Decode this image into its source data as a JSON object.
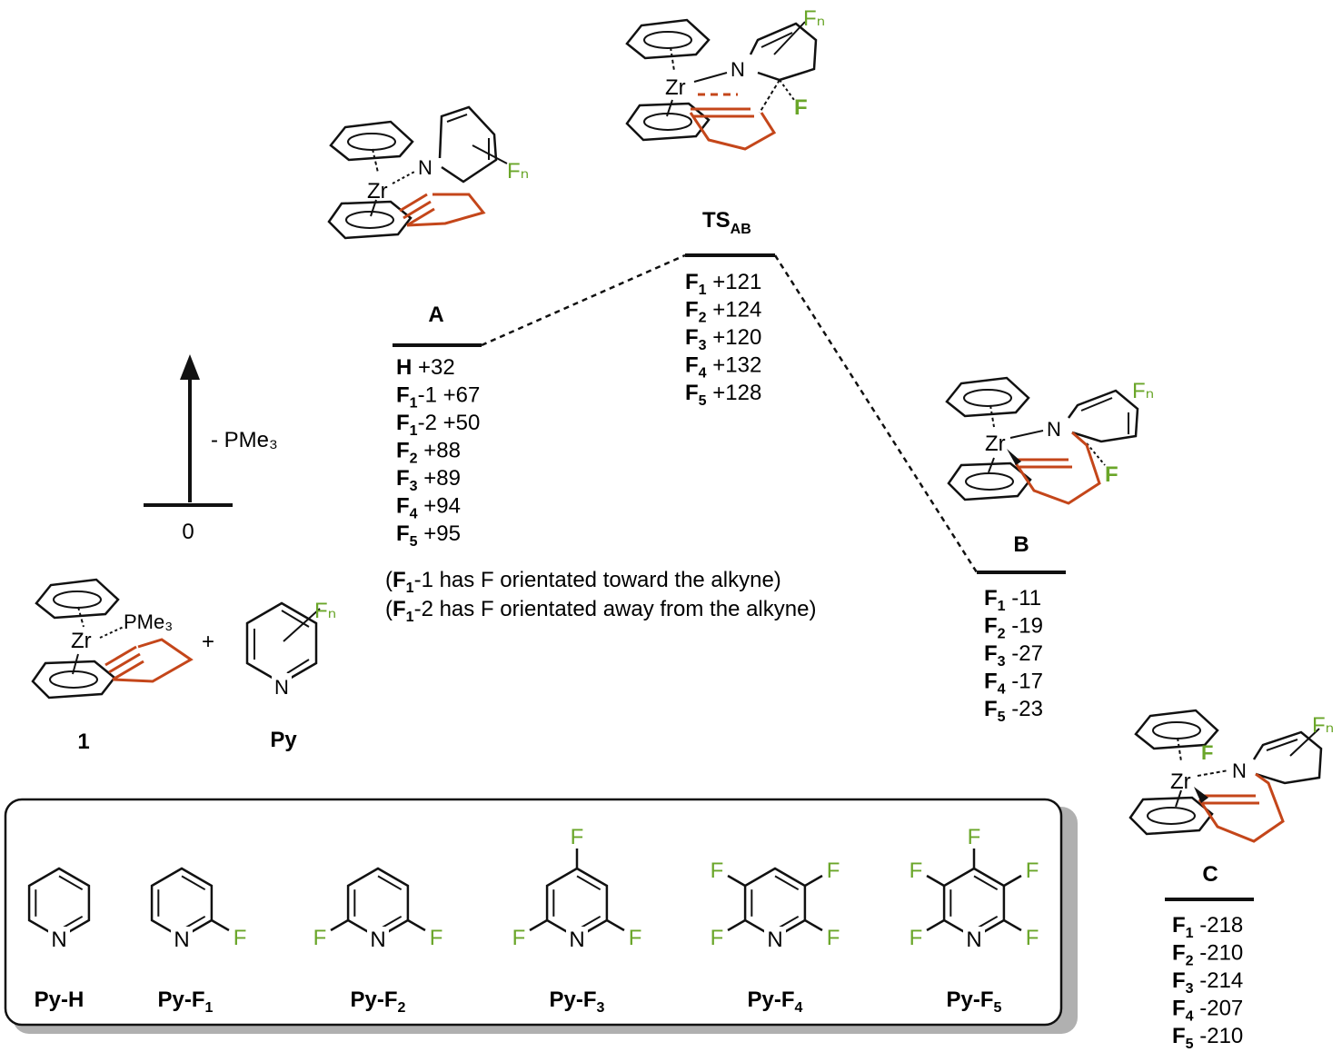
{
  "colors": {
    "fluorine": "#6aa629",
    "fragment": "#c4461a",
    "line": "#111111",
    "panel_shadow": "#b0b0b0"
  },
  "reference": {
    "label": "0",
    "arrow_label": "- PMe₃"
  },
  "reactants": {
    "complex_label": "1",
    "complex_ligand": "PMe₃",
    "metal": "Zr",
    "plus": "+",
    "pyridine_label": "Py",
    "pyridine_n": "N",
    "substituent": "Fₙ"
  },
  "states": {
    "A": {
      "label": "A",
      "values": [
        {
          "sym": "H",
          "sub": "",
          "suffix": " +32"
        },
        {
          "sym": "F",
          "sub": "1",
          "suffix": "-1 +67"
        },
        {
          "sym": "F",
          "sub": "1",
          "suffix": "-2 +50"
        },
        {
          "sym": "F",
          "sub": "2",
          "suffix": " +88"
        },
        {
          "sym": "F",
          "sub": "3",
          "suffix": " +89"
        },
        {
          "sym": "F",
          "sub": "4",
          "suffix": " +94"
        },
        {
          "sym": "F",
          "sub": "5",
          "suffix": " +95"
        }
      ],
      "notes": [
        {
          "open": "(",
          "sym": "F",
          "sub": "1",
          "rest": "-1 has F orientated toward the alkyne)"
        },
        {
          "open": "(",
          "sym": "F",
          "sub": "1",
          "rest": "-2 has F orientated away from the alkyne)"
        }
      ]
    },
    "TS": {
      "label": "TS",
      "label_sub": "AB",
      "values": [
        {
          "sym": "F",
          "sub": "1",
          "suffix": " +121"
        },
        {
          "sym": "F",
          "sub": "2",
          "suffix": " +124"
        },
        {
          "sym": "F",
          "sub": "3",
          "suffix": " +120"
        },
        {
          "sym": "F",
          "sub": "4",
          "suffix": " +132"
        },
        {
          "sym": "F",
          "sub": "5",
          "suffix": " +128"
        }
      ]
    },
    "B": {
      "label": "B",
      "values": [
        {
          "sym": "F",
          "sub": "1",
          "suffix": " -11"
        },
        {
          "sym": "F",
          "sub": "2",
          "suffix": " -19"
        },
        {
          "sym": "F",
          "sub": "3",
          "suffix": " -27"
        },
        {
          "sym": "F",
          "sub": "4",
          "suffix": " -17"
        },
        {
          "sym": "F",
          "sub": "5",
          "suffix": " -23"
        }
      ]
    },
    "C": {
      "label": "C",
      "values": [
        {
          "sym": "F",
          "sub": "1",
          "suffix": " -218"
        },
        {
          "sym": "F",
          "sub": "2",
          "suffix": " -210"
        },
        {
          "sym": "F",
          "sub": "3",
          "suffix": " -214"
        },
        {
          "sym": "F",
          "sub": "4",
          "suffix": " -207"
        },
        {
          "sym": "F",
          "sub": "5",
          "suffix": " -210"
        }
      ]
    }
  },
  "structure_labels": {
    "metal": "Zr",
    "nitrogen": "N",
    "fluorine": "F",
    "substituent": "Fₙ"
  },
  "legend": {
    "items": [
      {
        "name": "Py-",
        "sub": "",
        "tail": "H"
      },
      {
        "name": "Py-F",
        "sub": "1",
        "tail": ""
      },
      {
        "name": "Py-F",
        "sub": "2",
        "tail": ""
      },
      {
        "name": "Py-F",
        "sub": "3",
        "tail": ""
      },
      {
        "name": "Py-F",
        "sub": "4",
        "tail": ""
      },
      {
        "name": "Py-F",
        "sub": "5",
        "tail": ""
      }
    ],
    "atom_n": "N",
    "atom_f": "F"
  }
}
